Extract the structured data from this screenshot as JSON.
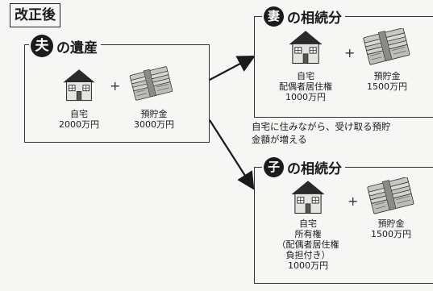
{
  "heading": "改正後",
  "husband": {
    "badge": "夫",
    "title": "の遺産",
    "home_label": "自宅",
    "home_amount": "2000万円",
    "savings_label": "預貯金",
    "savings_amount": "3000万円",
    "plus": "+"
  },
  "wife": {
    "badge": "妻",
    "title": "の相続分",
    "home_line1": "自宅",
    "home_line2": "配偶者居住権",
    "home_amount": "1000万円",
    "savings_label": "預貯金",
    "savings_amount": "1500万円",
    "plus": "+"
  },
  "note": {
    "line1": "自宅に住みながら、受け取る預貯",
    "line2": "金額が増える"
  },
  "child": {
    "badge": "子",
    "title": "の相続分",
    "home_line1": "自宅",
    "home_line2": "所有権",
    "home_line3": "（配偶者居住権",
    "home_line4": "負担付き）",
    "home_amount": "1000万円",
    "savings_label": "預貯金",
    "savings_amount": "1500万円",
    "plus": "+"
  }
}
